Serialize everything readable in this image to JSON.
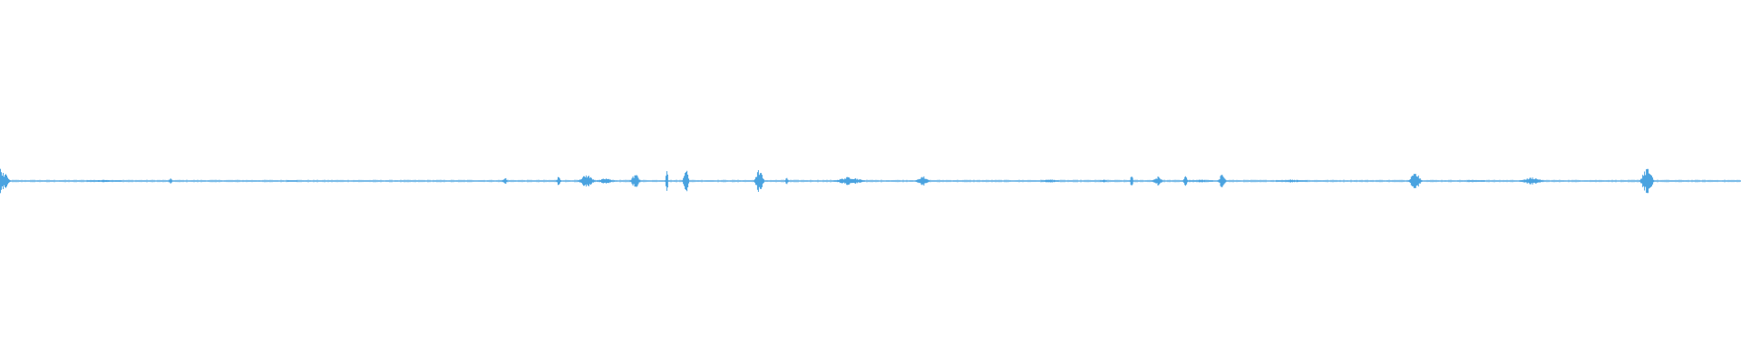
{
  "waveform": {
    "color": "#4aa3e0",
    "background": "#ffffff",
    "baseline_amplitude": 0.0,
    "duration_fraction_bursts": [
      {
        "position": 0.0,
        "amplitude": 0.55,
        "width": 0.012
      },
      {
        "position": 0.06,
        "amplitude": 0.05,
        "width": 0.02
      },
      {
        "position": 0.098,
        "amplitude": 0.12,
        "width": 0.002
      },
      {
        "position": 0.168,
        "amplitude": 0.04,
        "width": 0.006
      },
      {
        "position": 0.29,
        "amplitude": 0.18,
        "width": 0.003
      },
      {
        "position": 0.321,
        "amplitude": 0.22,
        "width": 0.003
      },
      {
        "position": 0.337,
        "amplitude": 0.28,
        "width": 0.01
      },
      {
        "position": 0.348,
        "amplitude": 0.12,
        "width": 0.01
      },
      {
        "position": 0.365,
        "amplitude": 0.32,
        "width": 0.006
      },
      {
        "position": 0.383,
        "amplitude": 0.5,
        "width": 0.002
      },
      {
        "position": 0.394,
        "amplitude": 0.55,
        "width": 0.004
      },
      {
        "position": 0.436,
        "amplitude": 0.5,
        "width": 0.006
      },
      {
        "position": 0.452,
        "amplitude": 0.2,
        "width": 0.002
      },
      {
        "position": 0.488,
        "amplitude": 0.18,
        "width": 0.018
      },
      {
        "position": 0.53,
        "amplitude": 0.22,
        "width": 0.008
      },
      {
        "position": 0.603,
        "amplitude": 0.08,
        "width": 0.01
      },
      {
        "position": 0.634,
        "amplitude": 0.06,
        "width": 0.004
      },
      {
        "position": 0.65,
        "amplitude": 0.3,
        "width": 0.002
      },
      {
        "position": 0.665,
        "amplitude": 0.2,
        "width": 0.006
      },
      {
        "position": 0.681,
        "amplitude": 0.22,
        "width": 0.003
      },
      {
        "position": 0.69,
        "amplitude": 0.06,
        "width": 0.014
      },
      {
        "position": 0.702,
        "amplitude": 0.3,
        "width": 0.005
      },
      {
        "position": 0.742,
        "amplitude": 0.06,
        "width": 0.018
      },
      {
        "position": 0.813,
        "amplitude": 0.35,
        "width": 0.008
      },
      {
        "position": 0.848,
        "amplitude": 0.04,
        "width": 0.01
      },
      {
        "position": 0.88,
        "amplitude": 0.16,
        "width": 0.014
      },
      {
        "position": 0.946,
        "amplitude": 0.6,
        "width": 0.008
      }
    ]
  }
}
